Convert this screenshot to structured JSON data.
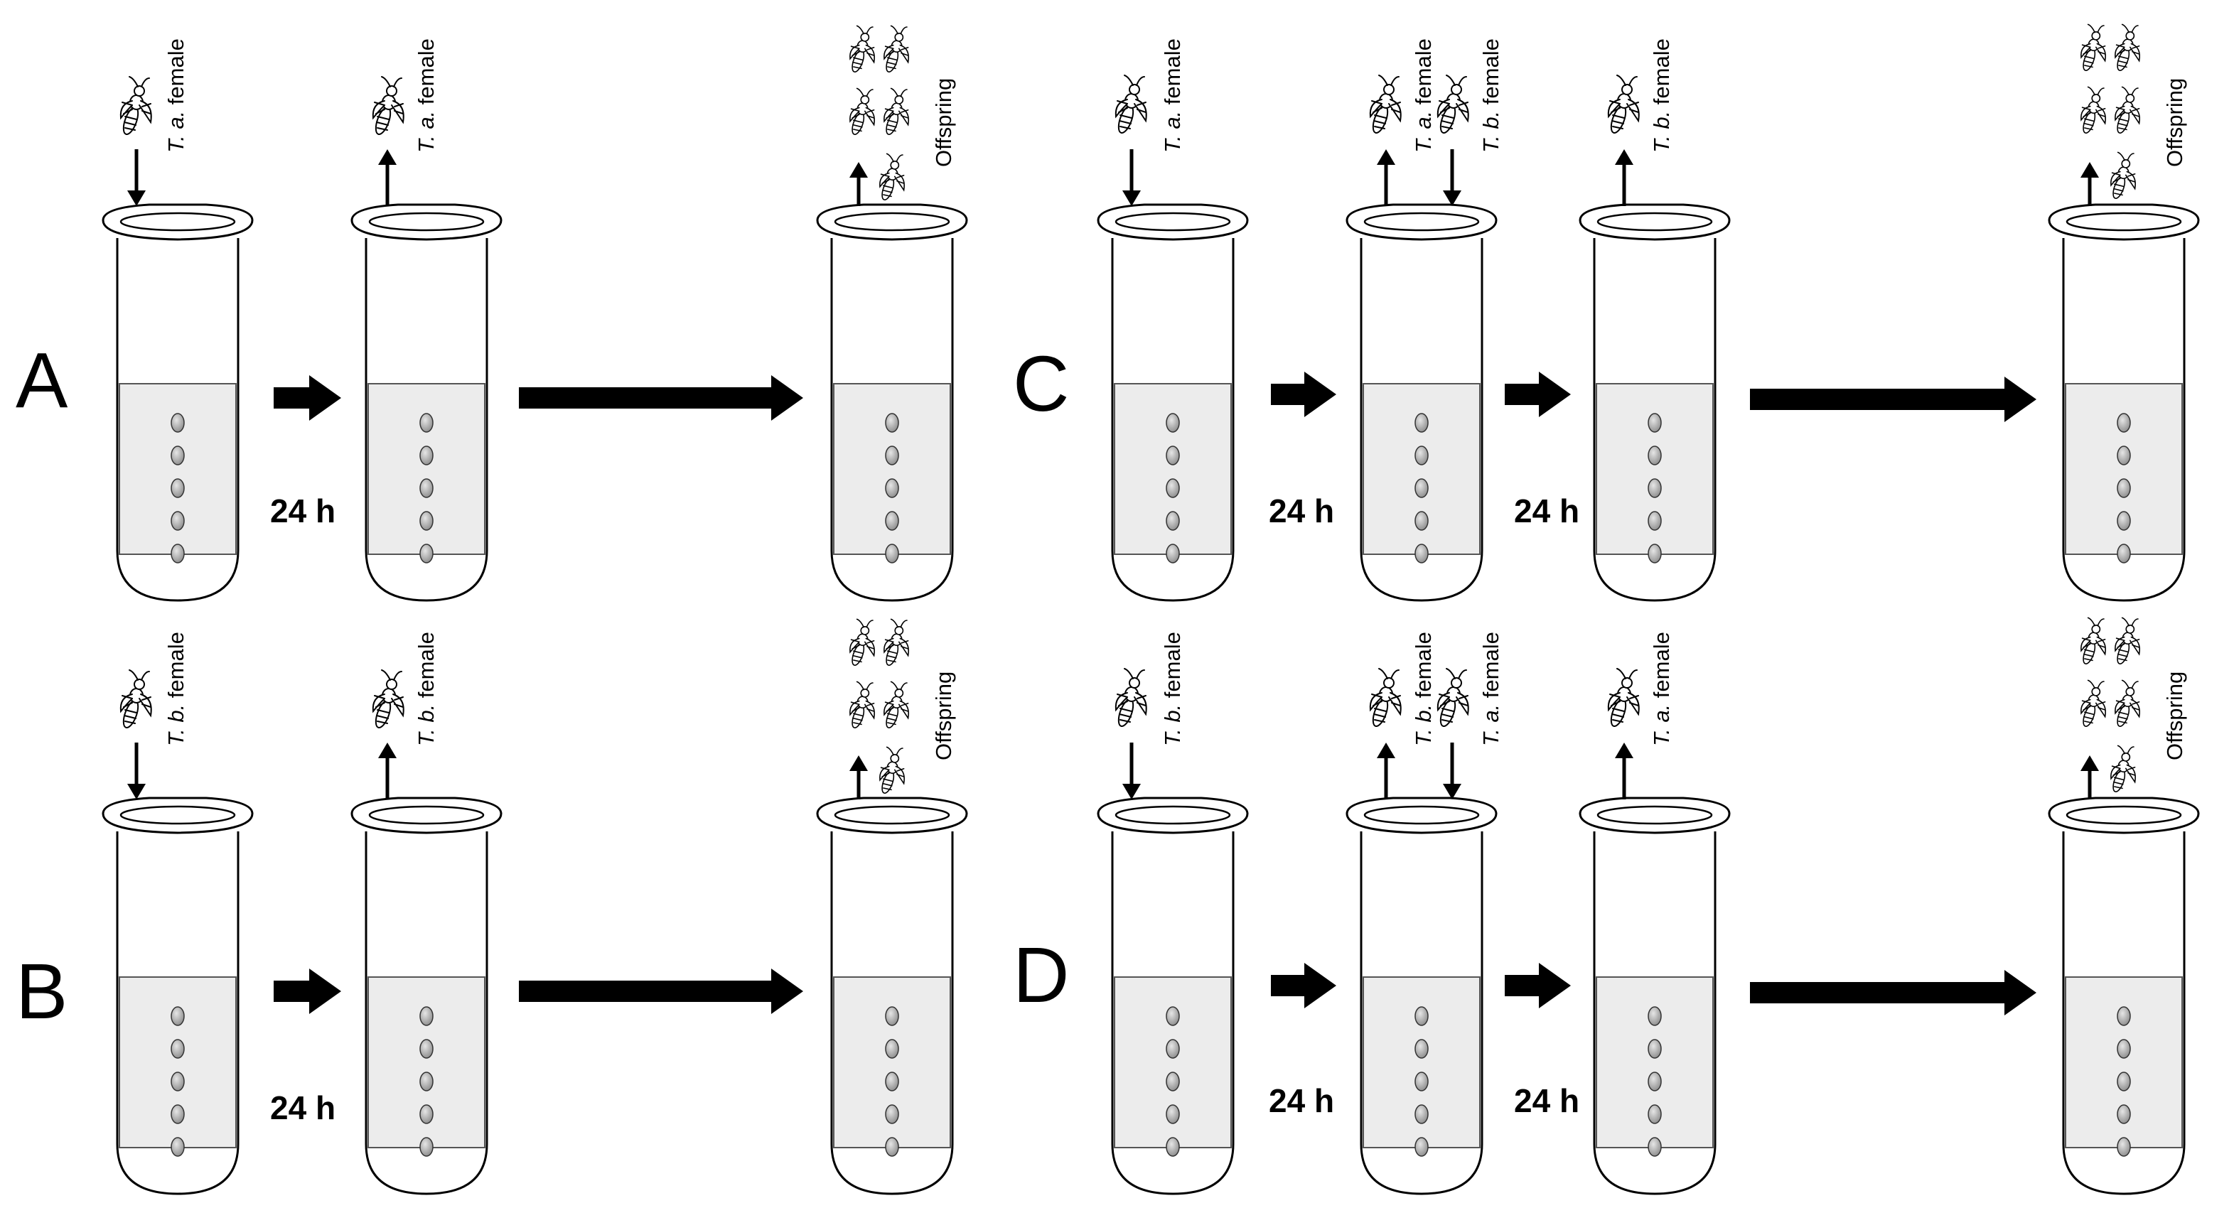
{
  "panels": [
    {
      "letter": "A",
      "steps": [
        {
          "direction": "in",
          "species": "T. a.",
          "word": "female"
        },
        {
          "direction": "out",
          "species": "T. a.",
          "word": "female"
        }
      ],
      "times": [
        "24 h"
      ],
      "offspring_label": "Offspring"
    },
    {
      "letter": "B",
      "steps": [
        {
          "direction": "in",
          "species": "T. b.",
          "word": "female"
        },
        {
          "direction": "out",
          "species": "T. b.",
          "word": "female"
        }
      ],
      "times": [
        "24 h"
      ],
      "offspring_label": "Offspring"
    },
    {
      "letter": "C",
      "steps": [
        {
          "direction": "in",
          "species": "T. a.",
          "word": "female"
        },
        {
          "direction": "out",
          "species": "T. a.",
          "word": "female"
        },
        {
          "direction": "in",
          "species": "T. b.",
          "word": "female"
        },
        {
          "direction": "out",
          "species": "T. b.",
          "word": "female"
        }
      ],
      "times": [
        "24 h",
        "24 h"
      ],
      "offspring_label": "Offspring"
    },
    {
      "letter": "D",
      "steps": [
        {
          "direction": "in",
          "species": "T. b.",
          "word": "female"
        },
        {
          "direction": "out",
          "species": "T. b.",
          "word": "female"
        },
        {
          "direction": "in",
          "species": "T. a.",
          "word": "female"
        },
        {
          "direction": "out",
          "species": "T. a.",
          "word": "female"
        }
      ],
      "times": [
        "24 h",
        "24 h"
      ],
      "offspring_label": "Offspring"
    }
  ],
  "colors": {
    "ink": "#000000",
    "egg_card": "#ececec",
    "egg_fill": "#9a9a9a"
  },
  "icons": [
    "wasp-icon",
    "arrow-icon",
    "test-tube-icon",
    "egg-icon"
  ]
}
